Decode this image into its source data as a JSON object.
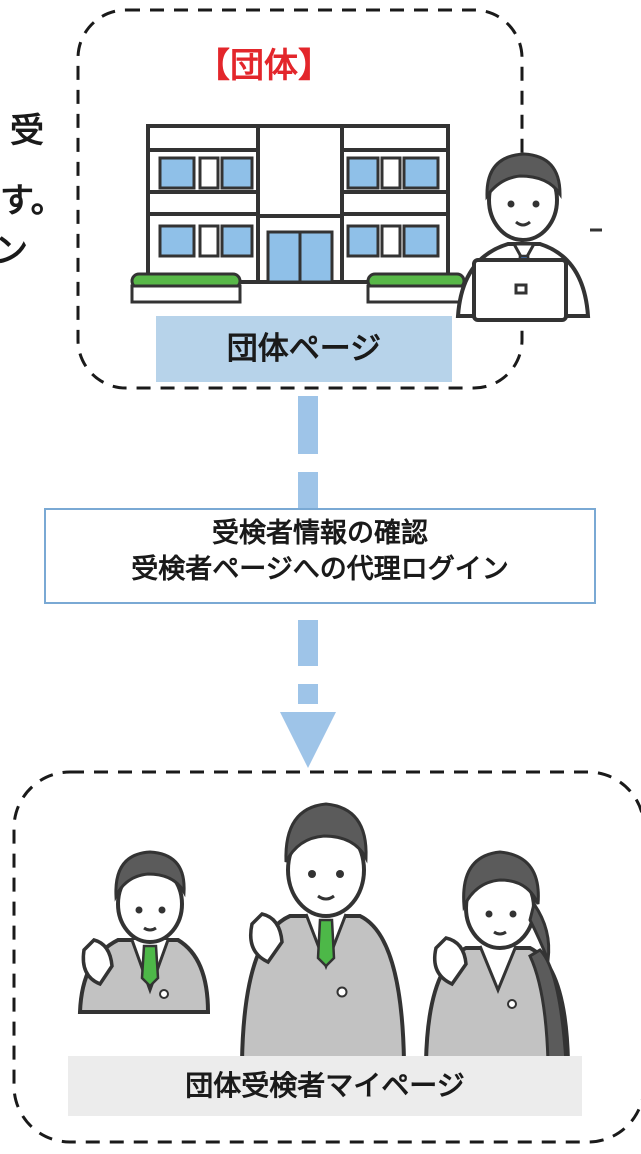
{
  "top_group": {
    "title": "【団体】",
    "page_label": "団体ページ"
  },
  "left_clipped_text": {
    "line1": "受",
    "line2": "す。",
    "line3": "ン"
  },
  "connector": {
    "line1": "受検者情報の確認",
    "line2": "受検者ページへの代理ログイン"
  },
  "bottom_group": {
    "page_label": "団体受検者マイページ"
  },
  "colors": {
    "accent_red": "#e3262b",
    "light_blue": "#b7d3ea",
    "arrow_blue": "#9ec4e8",
    "box_border": "#7aa9d4"
  }
}
